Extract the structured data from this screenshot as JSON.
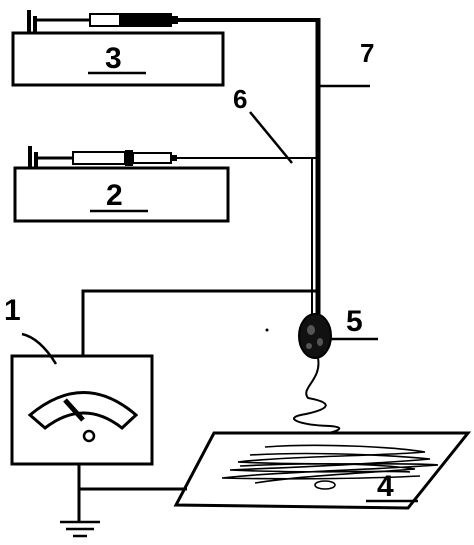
{
  "diagram": {
    "line_color": "#000000",
    "background": "#ffffff",
    "labels": {
      "power_supply": "1",
      "pump_lower": "2",
      "pump_upper": "3",
      "collector": "4",
      "spinneret": "5",
      "inner_tube": "6",
      "outer_tube": "7"
    },
    "icons": {
      "power_supply": "meter-icon",
      "ground": "ground-icon",
      "syringe": "syringe-icon"
    }
  }
}
